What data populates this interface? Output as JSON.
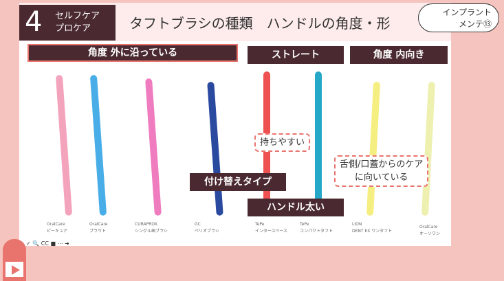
{
  "header": {
    "number": "4",
    "sub1": "セルフケア",
    "sub2": "プロケア",
    "title": "タフトブラシの種類　ハンドルの角度・形",
    "badge1": "インプラント",
    "badge2": "メンテ⑬"
  },
  "categories": [
    "角度 外に沿っている",
    "ストレート",
    "角度 内向き"
  ],
  "brushes": [
    {
      "brand": "OralCare",
      "name": "ピーキュア",
      "color": "#f4a3bd"
    },
    {
      "brand": "OralCare",
      "name": "プラウト",
      "color": "#49aee8"
    },
    {
      "brand": "CURAPROX",
      "name": "シングル歯ブラシ",
      "color": "#f07cc0"
    },
    {
      "brand": "GC",
      "name": "ペリオブラシ",
      "color": "#2a4aa0"
    },
    {
      "brand": "TePe",
      "name": "インタースペース",
      "color": "#ef5050"
    },
    {
      "brand": "TePe",
      "name": "コンパクトタフト",
      "color": "#25a8c8"
    },
    {
      "brand": "LION",
      "name": "DENT EX ワンタフト",
      "color": "#f5ee80"
    },
    {
      "brand": "OralCare",
      "name": "オーソワン",
      "color": "#eef0b0"
    }
  ],
  "tags": {
    "replace": "付け替えタイプ",
    "easy": "持ちやすい",
    "thick": "ハンドル太い",
    "tongue1": "舌側/口蓋からのケア",
    "tongue2": "に向いている"
  },
  "toolbar": "✓ 🔍 CC ■ ⋯ ➜"
}
